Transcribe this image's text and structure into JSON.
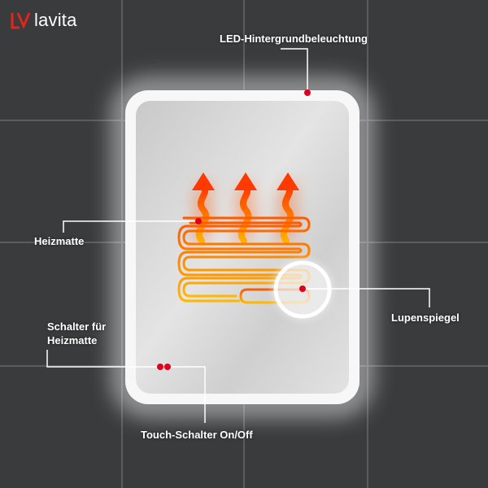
{
  "brand": {
    "name": "lavita",
    "logo_icon": "lavita-logo-icon",
    "accent": "#e1251b"
  },
  "callouts": {
    "led": "LED-Hintergrundbeleuchtung",
    "heating_mat": "Heizmatte",
    "magnifier": "Lupenspiegel",
    "switch_line1": "Schalter für",
    "switch_line2": "Heizmatte",
    "touch": "Touch-Schalter On/Off"
  },
  "colors": {
    "tile": "#3a3b3d",
    "grout": "#55575a",
    "dot": "#e0001b",
    "line": "#ffffff",
    "heat_start": "#ffb400",
    "heat_end": "#ff3b00"
  },
  "icons": [
    "heat-arrow-icon",
    "heating-mat-icon",
    "magnifier-mirror-icon",
    "touch-switch-icon"
  ]
}
